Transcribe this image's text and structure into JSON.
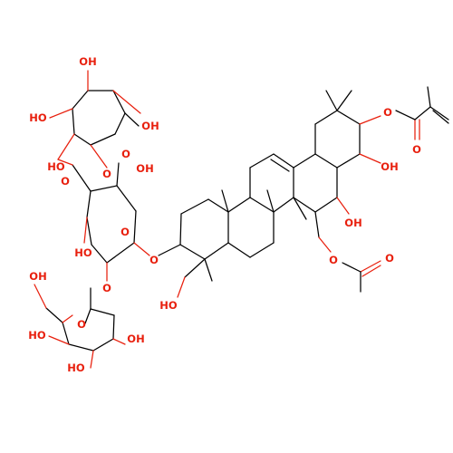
{
  "structure": {
    "colors": {
      "oxygen": "#e8200e",
      "carbon": "#000000",
      "background": "#ffffff"
    },
    "labels": {
      "oh_1": "HO",
      "oh_2": "HO",
      "oh_3": "OH",
      "oh_4": "OH",
      "ring_o_glc_top": "O",
      "link_o_glc_top": "O",
      "acid_label": "OH",
      "acid_o_double": "O",
      "ring_o_gluA": "O",
      "oh_gluA": "HO",
      "link_o_glc_bottom": "O",
      "link_o_aglycone": "O",
      "oh_bot_ch2": "OH",
      "ring_o_glc_bottom": "O",
      "oh_bot_1": "HO",
      "oh_bot_2": "OH",
      "oh_bot_3": "HO",
      "oh_c4_ch2": "HO",
      "oh_c21": "OH",
      "oh_c16": "OH",
      "ester_o_angelate": "O",
      "ester_o_angelate_double": "O",
      "ester_o_acetate": "O",
      "ester_o_acetate_double": "O"
    }
  }
}
